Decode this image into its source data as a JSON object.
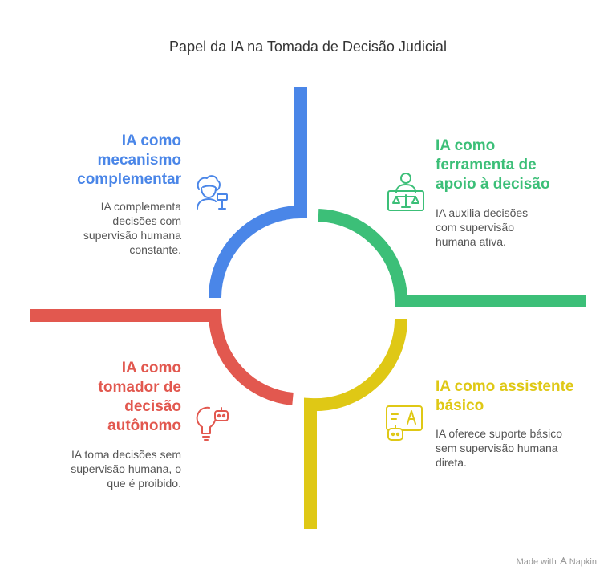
{
  "title": "Papel da IA na Tomada de Decisão Judicial",
  "quadrants": [
    {
      "id": "top-left",
      "heading_lines": [
        "IA como",
        "mecanismo",
        "complementar"
      ],
      "description_lines": [
        "IA complementa",
        "decisões com",
        "supervisão humana",
        "constante."
      ],
      "color": "#4a86e8",
      "icon": "judge-gavel-icon"
    },
    {
      "id": "top-right",
      "heading_lines": [
        "IA como",
        "ferramenta de",
        "apoio à decisão"
      ],
      "description_lines": [
        "IA auxilia decisões",
        "com supervisão",
        "humana ativa."
      ],
      "color": "#3cbf78",
      "icon": "person-scales-icon"
    },
    {
      "id": "bottom-left",
      "heading_lines": [
        "IA como",
        "tomador de",
        "decisão",
        "autônomo"
      ],
      "description_lines": [
        "IA toma decisões sem",
        "supervisão humana, o",
        "que é proibido."
      ],
      "color": "#e2584f",
      "icon": "robot-lightbulb-icon"
    },
    {
      "id": "bottom-right",
      "heading_lines": [
        "IA como assistente",
        "básico"
      ],
      "description_lines": [
        "IA oferece suporte básico",
        "sem supervisão humana",
        "direta."
      ],
      "color": "#dfc815",
      "icon": "robot-board-icon"
    }
  ],
  "footer": {
    "made_with": "Made with",
    "brand": "Napkin"
  }
}
